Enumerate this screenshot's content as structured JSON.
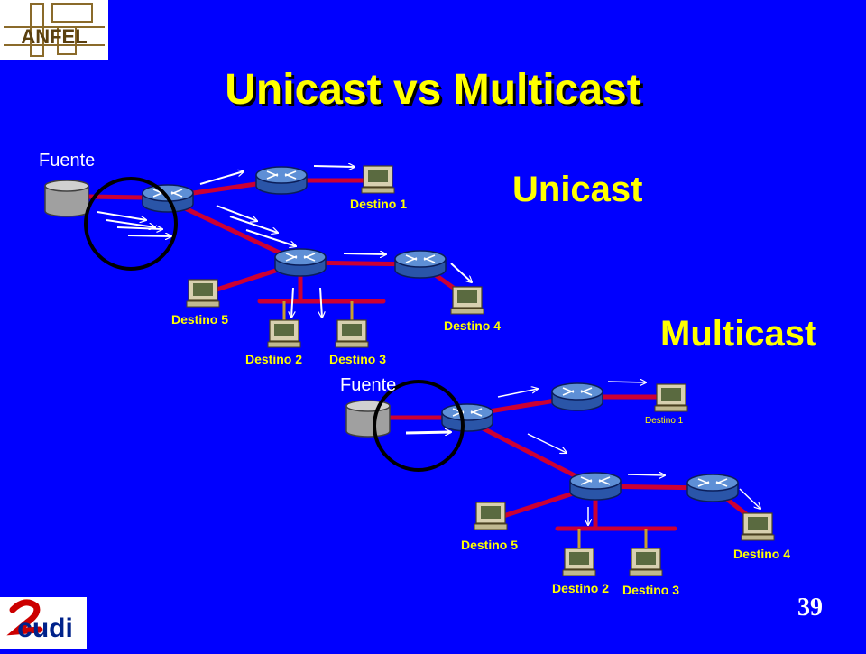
{
  "title": "Unicast vs Multicast",
  "page_number": "39",
  "logos": {
    "top_left": "ANFEL",
    "bottom_left": "cudi"
  },
  "colors": {
    "background": "#0000ff",
    "title": "#ffff00",
    "heading": "#ffff00",
    "link": "#cc0033",
    "label": "#ffff00",
    "source_label": "#ffffff"
  },
  "unicast": {
    "heading": "Unicast",
    "source_label": "Fuente",
    "destinations": [
      "Destino 1",
      "Destino 2",
      "Destino 3",
      "Destino 4",
      "Destino 5"
    ]
  },
  "multicast": {
    "heading": "Multicast",
    "source_label": "Fuente",
    "destinations": [
      "Destino 1",
      "Destino 2",
      "Destino 3",
      "Destino 4",
      "Destino 5"
    ]
  },
  "icons": [
    "router-icon",
    "computer-icon",
    "server-icon",
    "anfel-logo",
    "cudi-logo"
  ]
}
